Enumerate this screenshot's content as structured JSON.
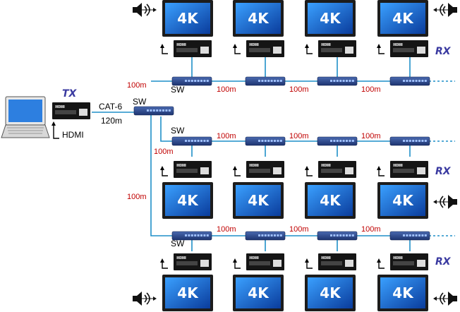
{
  "tx": {
    "label": "TX",
    "hdmi_label": "HDMI",
    "cable_label": "CAT-6",
    "cable_length": "120m"
  },
  "switch_label": "SW",
  "segment_label": "100m",
  "rx_label": "RX",
  "display_label": "4K",
  "extender_logo": "HDMI",
  "colors": {
    "cable": "#1f8fc8",
    "switch": "#2c4a8c",
    "tx_rx_text": "#3a3aa0",
    "distance": "#c00000",
    "tv_screen": "#1f6fd0"
  },
  "rows": [
    {
      "name": "row-top",
      "displays": 4,
      "receivers": 4,
      "switches": 4
    },
    {
      "name": "row-middle",
      "displays": 4,
      "receivers": 4,
      "switches": 4
    },
    {
      "name": "row-bottom",
      "displays": 4,
      "receivers": 4,
      "switches": 4
    }
  ]
}
